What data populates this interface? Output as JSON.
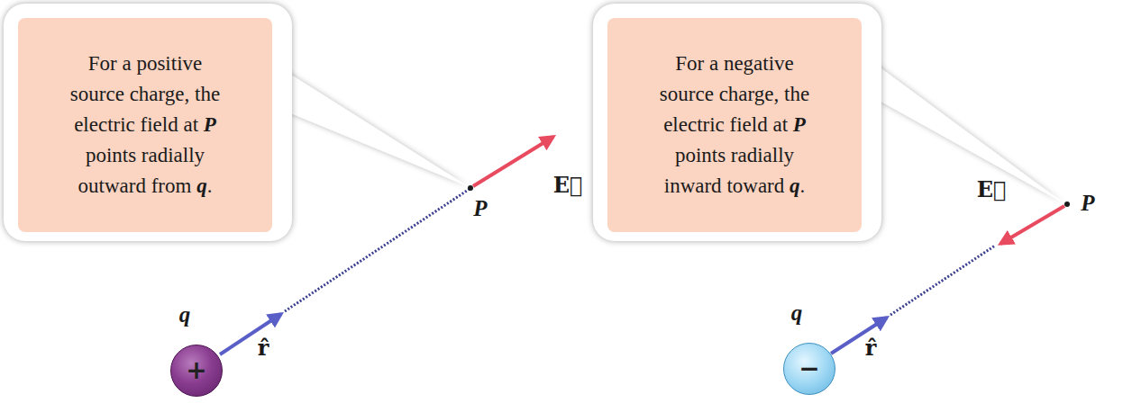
{
  "diagram": {
    "nodes": [
      {
        "text": [
          "For a positive source charge, the electric field at P points radially outward from q."
        ]
      },
      {
        "text": [
          "+"
        ]
      },
      {
        "text": [
          "For a negative source charge, the electric field at P points radially inward toward q."
        ]
      },
      {
        "text": [
          "−"
        ]
      }
    ],
    "labels": [
      "q",
      "r̂",
      "P",
      "E⃗",
      "q",
      "r̂",
      "E⃗",
      "P"
    ]
  }
}
